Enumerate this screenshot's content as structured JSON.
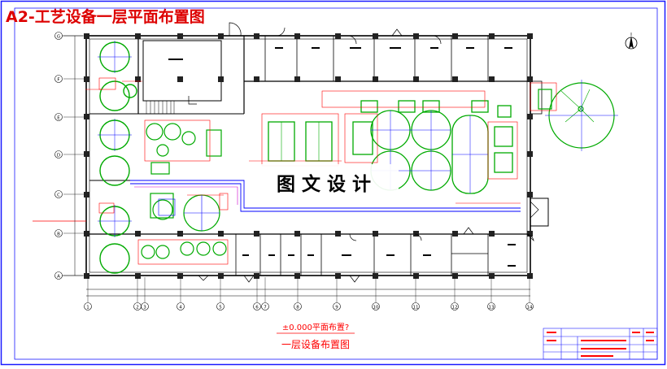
{
  "header": {
    "title": "A2-工艺设备一层平面布置图"
  },
  "overlay": {
    "watermark": "图 文 设 计"
  },
  "bottom_captions": {
    "elevation": "±0.000平面布置?",
    "plan_name": "一层设备布置图"
  },
  "grid": {
    "rows": [
      "A",
      "B",
      "C",
      "D",
      "E",
      "F",
      "G"
    ],
    "cols": [
      "1",
      "2",
      "3",
      "4",
      "5",
      "6",
      "7",
      "8",
      "9",
      "10",
      "11",
      "12",
      "13",
      "14"
    ]
  },
  "colors": {
    "border": "#1a1aff",
    "walls": "#000000",
    "equipment": "#00aa00",
    "equipment_blue": "#0000ff",
    "wall_fill": "#222222",
    "title_red": "#dd0000",
    "annotation_red": "#ff0000",
    "magenta": "#cc00cc"
  },
  "icons": {
    "north_arrow": "north-arrow-icon"
  }
}
